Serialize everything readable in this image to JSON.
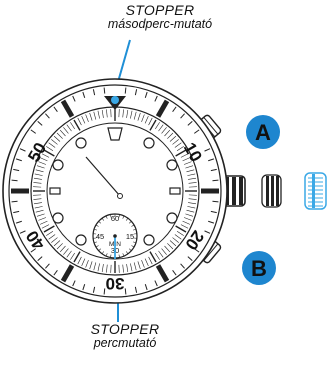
{
  "callouts": {
    "top": {
      "title": "STOPPER",
      "subtitle": "másodperc-mutató"
    },
    "bottom": {
      "title": "STOPPER",
      "subtitle": "percmutató"
    }
  },
  "bezel_numbers": [
    "10",
    "20",
    "30",
    "40",
    "50"
  ],
  "subdial": {
    "numbers": [
      "60",
      "15",
      "30",
      "45"
    ],
    "unit": "MIN"
  },
  "buttons": {
    "a": "A",
    "b": "B"
  },
  "colors": {
    "callout_line": "#1f8fd6",
    "badge": "#1e86cf",
    "crown_highlight": "#3aa8e6",
    "outline": "#222222"
  },
  "icons": {
    "crown_normal": "crown-icon",
    "crown_intermediate": "crown-intermediate-icon",
    "crown_pulled": "crown-pulled-icon"
  }
}
